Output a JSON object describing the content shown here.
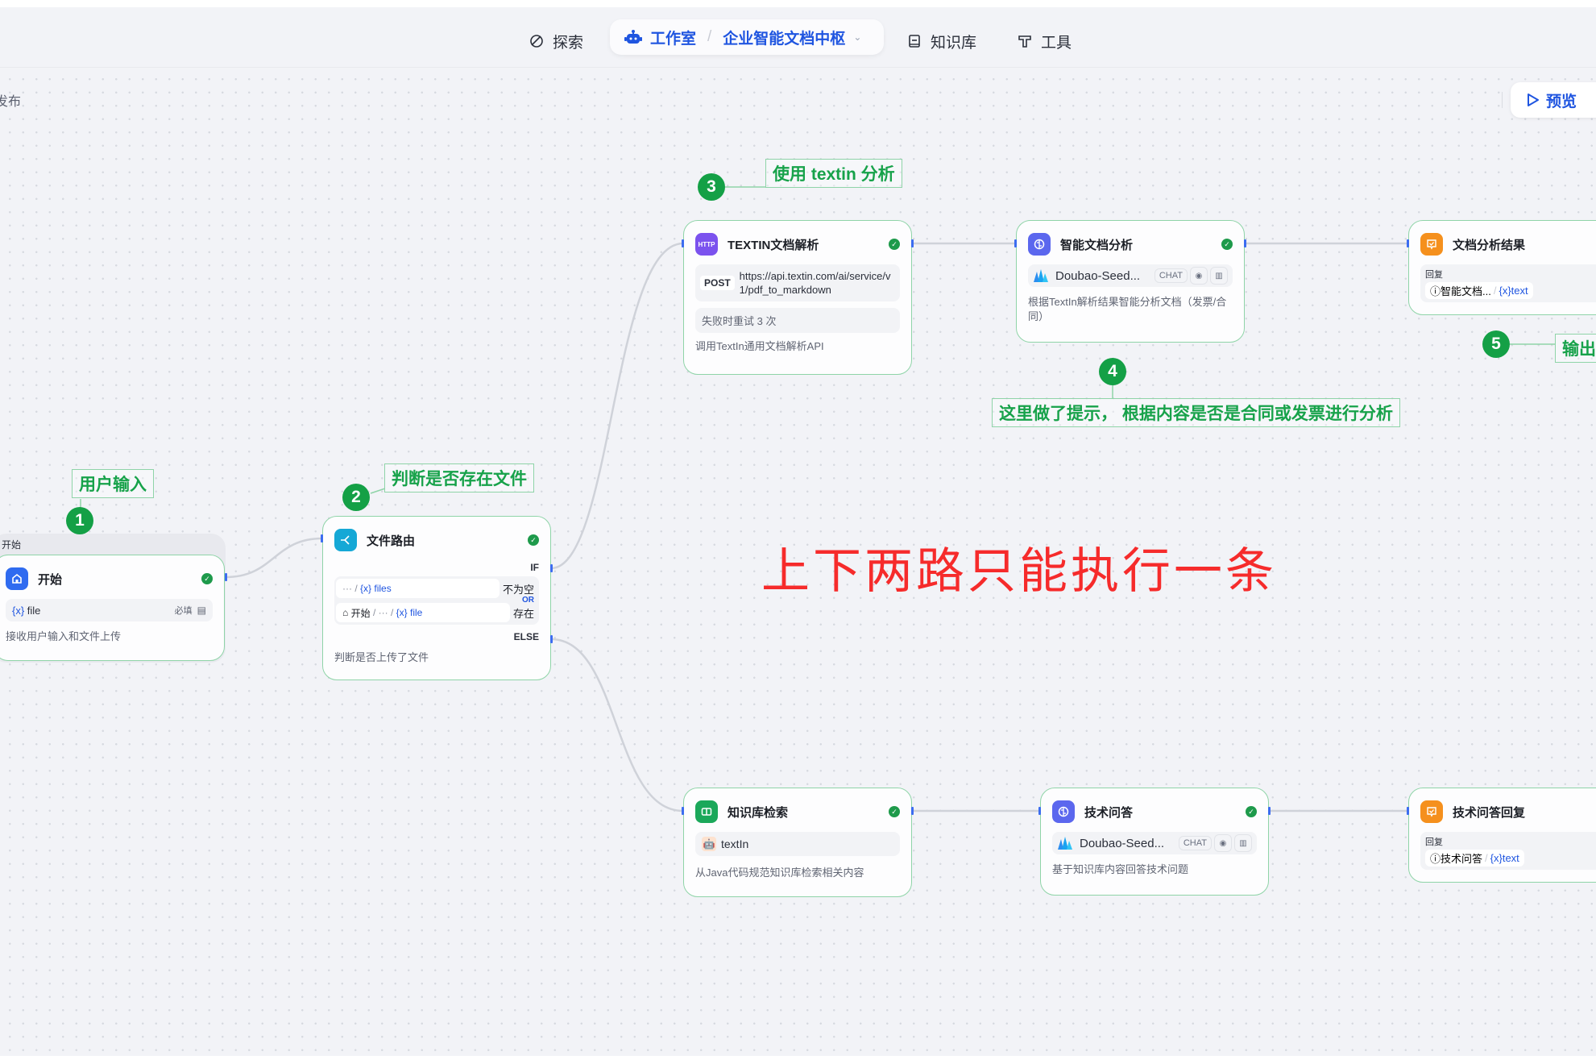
{
  "nav": {
    "items": [
      {
        "label": "探索",
        "icon": "explore-icon"
      },
      {
        "label": "知识库",
        "icon": "knowledge-base-icon"
      },
      {
        "label": "工具",
        "icon": "tool-icon"
      }
    ],
    "workspace": {
      "label": "工作室",
      "icon": "robot-icon",
      "project": "企业智能文档中枢",
      "chevron": "chevron-down-icon"
    }
  },
  "toolbar": {
    "publish_label": "发布",
    "preview_label": "预览",
    "preview_icon": "play-icon"
  },
  "nodes": {
    "start": {
      "group_label": "开始",
      "title": "开始",
      "icon": "home-icon",
      "variable": "file",
      "required_label": "必填",
      "description": "接收用户输入和文件上传"
    },
    "router": {
      "title": "文件路由",
      "icon": "branch-icon",
      "if_label": "IF",
      "else_label": "ELSE",
      "or_label": "OR",
      "conditions": [
        {
          "path_prefix": "···",
          "variable": "files",
          "operator": "不为空"
        },
        {
          "path_source": "开始",
          "path_prefix": "···",
          "variable": "file",
          "operator": "存在"
        }
      ],
      "description": "判断是否上传了文件"
    },
    "textin": {
      "title": "TEXTIN文档解析",
      "icon_label": "HTTP",
      "method": "POST",
      "url": "https://api.textin.com/ai/service/v1/pdf_to_markdown",
      "retry": "失败时重试 3 次",
      "description": "调用TextIn通用文档解析API"
    },
    "analysis": {
      "title": "智能文档分析",
      "icon": "llm-icon",
      "model": "Doubao-Seed...",
      "model_tag": "CHAT",
      "description": "根据TextIn解析结果智能分析文档（发票/合同）"
    },
    "result": {
      "title": "文档分析结果",
      "icon": "reply-icon",
      "reply_label": "回复",
      "source": "智能文档...",
      "variable": "text"
    },
    "kb_search": {
      "title": "知识库检索",
      "icon": "book-icon",
      "kb_name": "textIn",
      "description": "从Java代码规范知识库检索相关内容"
    },
    "tech_qa": {
      "title": "技术问答",
      "icon": "llm-icon",
      "model": "Doubao-Seed...",
      "model_tag": "CHAT",
      "description": "基于知识库内容回答技术问题"
    },
    "tech_reply": {
      "title": "技术问答回复",
      "icon": "reply-icon",
      "reply_label": "回复",
      "source": "技术问答",
      "variable": "text"
    }
  },
  "annotations": [
    {
      "num": "1",
      "text": "用户输入"
    },
    {
      "num": "2",
      "text": "判断是否存在文件"
    },
    {
      "num": "3",
      "text": "使用 textin 分析"
    },
    {
      "num": "4",
      "text": "这里做了提示， 根据内容是否是合同或发票进行分析"
    },
    {
      "num": "5",
      "text": "输出"
    }
  ],
  "note": "上下两路只能执行一条",
  "colors": {
    "accent": "#1f55e0",
    "success": "#1e9a4b",
    "annotation": "#17a24a",
    "note_red": "#f62b2b",
    "node_border": "#8fd4a8"
  }
}
